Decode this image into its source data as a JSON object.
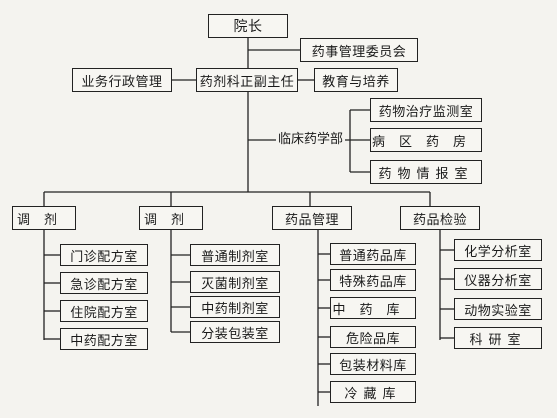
{
  "top": "院长",
  "committee": "药事管理委员会",
  "director": "药剂科正副主任",
  "admin": "业务行政管理",
  "education": "教育与培养",
  "clinical": {
    "label": "临床药学部",
    "items": [
      "药物治疗监测室",
      "病区药房",
      "药物情报室"
    ]
  },
  "columns": [
    {
      "head": "调剂",
      "items": [
        "门诊配方室",
        "急诊配方室",
        "住院配方室",
        "中药配方室"
      ]
    },
    {
      "head": "调剂",
      "items": [
        "普通制剂室",
        "灭菌制剂室",
        "中药制剂室",
        "分装包装室"
      ]
    },
    {
      "head": "药品管理",
      "items": [
        "普通药品库",
        "特殊药品库",
        "中药库",
        "危险品库",
        "包装材料库",
        "冷藏库"
      ]
    },
    {
      "head": "药品检验",
      "items": [
        "化学分析室",
        "仪器分析室",
        "动物实验室",
        "科研室"
      ]
    }
  ]
}
